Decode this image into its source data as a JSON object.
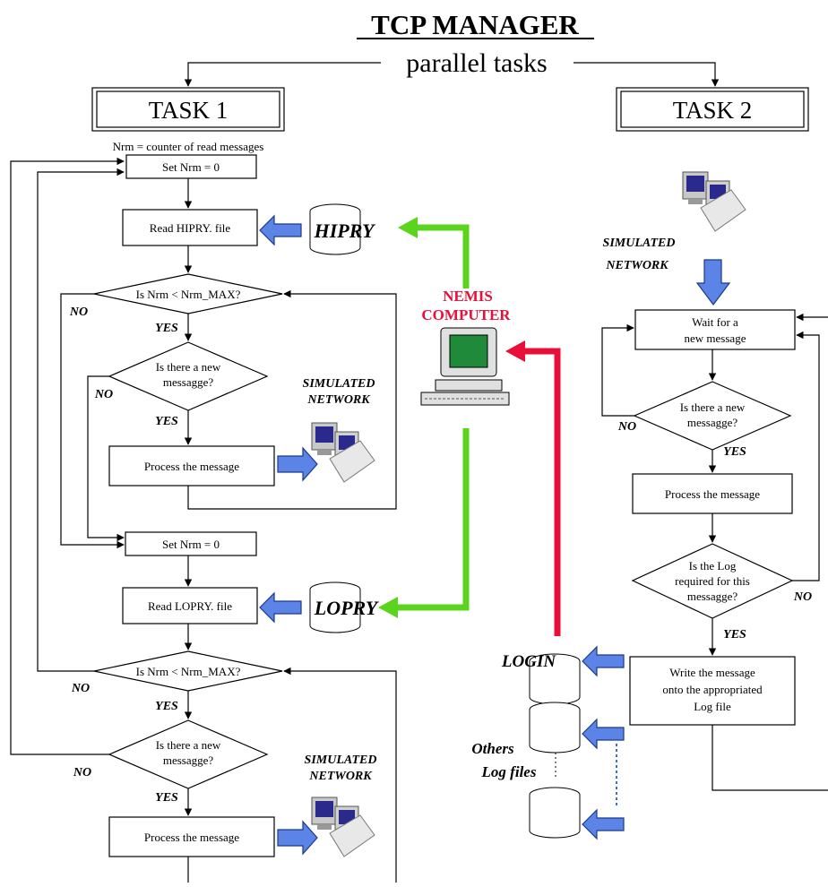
{
  "title": "TCP MANAGER",
  "subtitle": "parallel tasks",
  "task1": {
    "header": "TASK 1",
    "counter_note": "Nrm = counter of read messages",
    "set_nrm_1": "Set Nrm = 0",
    "read_hipry": "Read HIPRY. file",
    "cond_nrm_1": "Is Nrm < Nrm_MAX?",
    "cond_new_1_line1": "Is there a new",
    "cond_new_1_line2": "messagge?",
    "process_1": "Process the message",
    "set_nrm_2": "Set Nrm = 0",
    "read_lopry": "Read LOPRY. file",
    "cond_nrm_2": "Is Nrm < Nrm_MAX?",
    "cond_new_2_line1": "Is there a new",
    "cond_new_2_line2": "messagge?",
    "process_2": "Process the message"
  },
  "task2": {
    "header": "TASK 2",
    "wait_line1": "Wait for a",
    "wait_line2": "new message",
    "cond_new_line1": "Is there a new",
    "cond_new_line2": "messagge?",
    "process": "Process the message",
    "cond_log_line1": "Is the Log",
    "cond_log_line2": "required for this",
    "cond_log_line3": "messagge?",
    "write_line1": "Write the message",
    "write_line2": "onto the appropriated",
    "write_line3": "Log file"
  },
  "labels": {
    "yes": "YES",
    "no": "NO",
    "hipry": "HIPRY",
    "lopry": "LOPRY",
    "login": "LOGIN",
    "others_line1": "Others",
    "others_line2": "Log files",
    "simulated": "SIMULATED",
    "network": "NETWORK",
    "nemis_line1": "NEMIS",
    "nemis_line2": "COMPUTER"
  },
  "colors": {
    "green": "#5ad41c",
    "red": "#e8103a",
    "blue": "#5b84e6"
  }
}
